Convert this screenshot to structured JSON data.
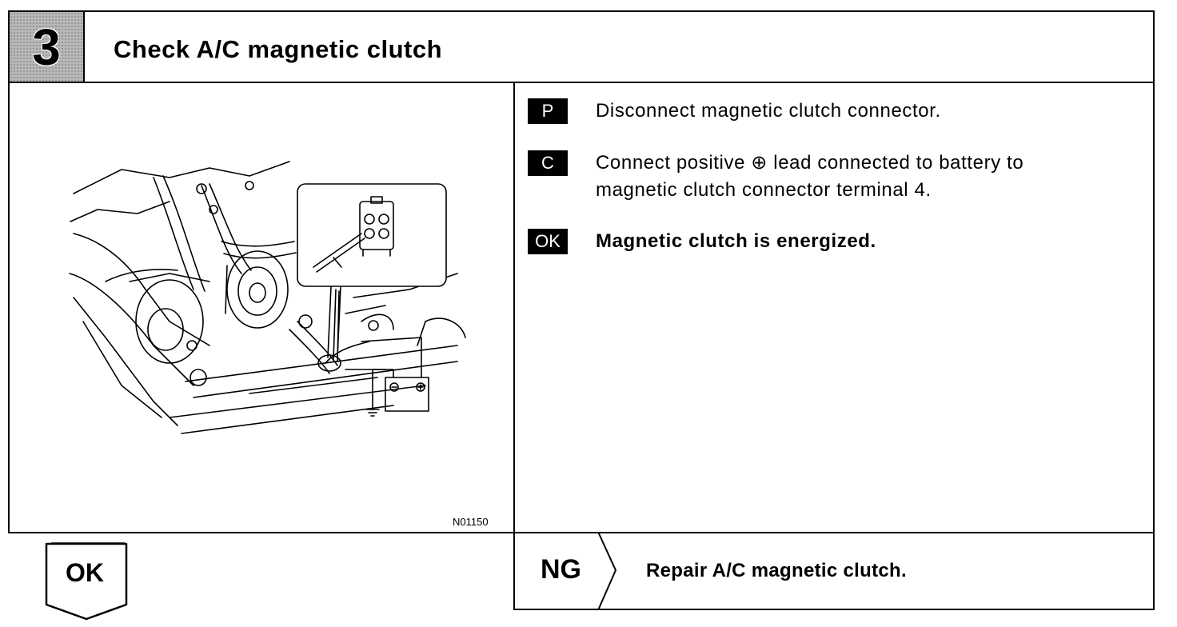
{
  "header": {
    "step_number": "3",
    "title": "Check A/C magnetic clutch"
  },
  "figure": {
    "code": "N01150"
  },
  "steps": [
    {
      "tag": "P",
      "text": "Disconnect magnetic clutch connector."
    },
    {
      "tag": "C",
      "text_line1": "Connect positive ⊕ lead connected to battery to",
      "text_line2": "magnetic clutch connector terminal 4."
    },
    {
      "tag": "OK",
      "text": "Magnetic clutch is energized."
    }
  ],
  "results": {
    "ok_label": "OK",
    "ng_label": "NG",
    "ng_action": "Repair A/C magnetic clutch."
  }
}
